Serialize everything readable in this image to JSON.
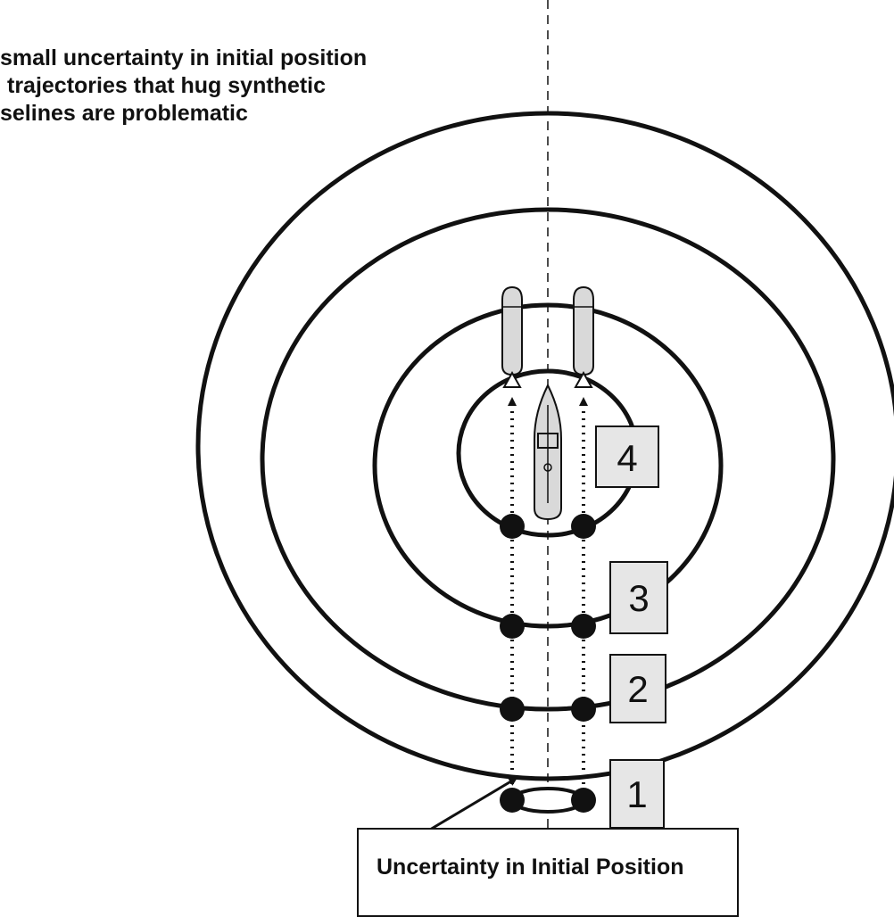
{
  "caption": {
    "lines": [
      "small uncertainty in initial position",
      "trajectories that hug synthetic",
      "selines are problematic"
    ]
  },
  "rings": [
    {
      "label": "1"
    },
    {
      "label": "2"
    },
    {
      "label": "3"
    },
    {
      "label": "4"
    }
  ],
  "callout": {
    "text": "Uncertainty in Initial Position"
  },
  "colors": {
    "stroke": "#111111",
    "label_box_fill": "#e6e6e6",
    "vehicle_fill": "#d9d9d9",
    "background": "#ffffff"
  },
  "icons": [
    "torpedo-icon",
    "ship-icon",
    "arrowhead-icon"
  ]
}
